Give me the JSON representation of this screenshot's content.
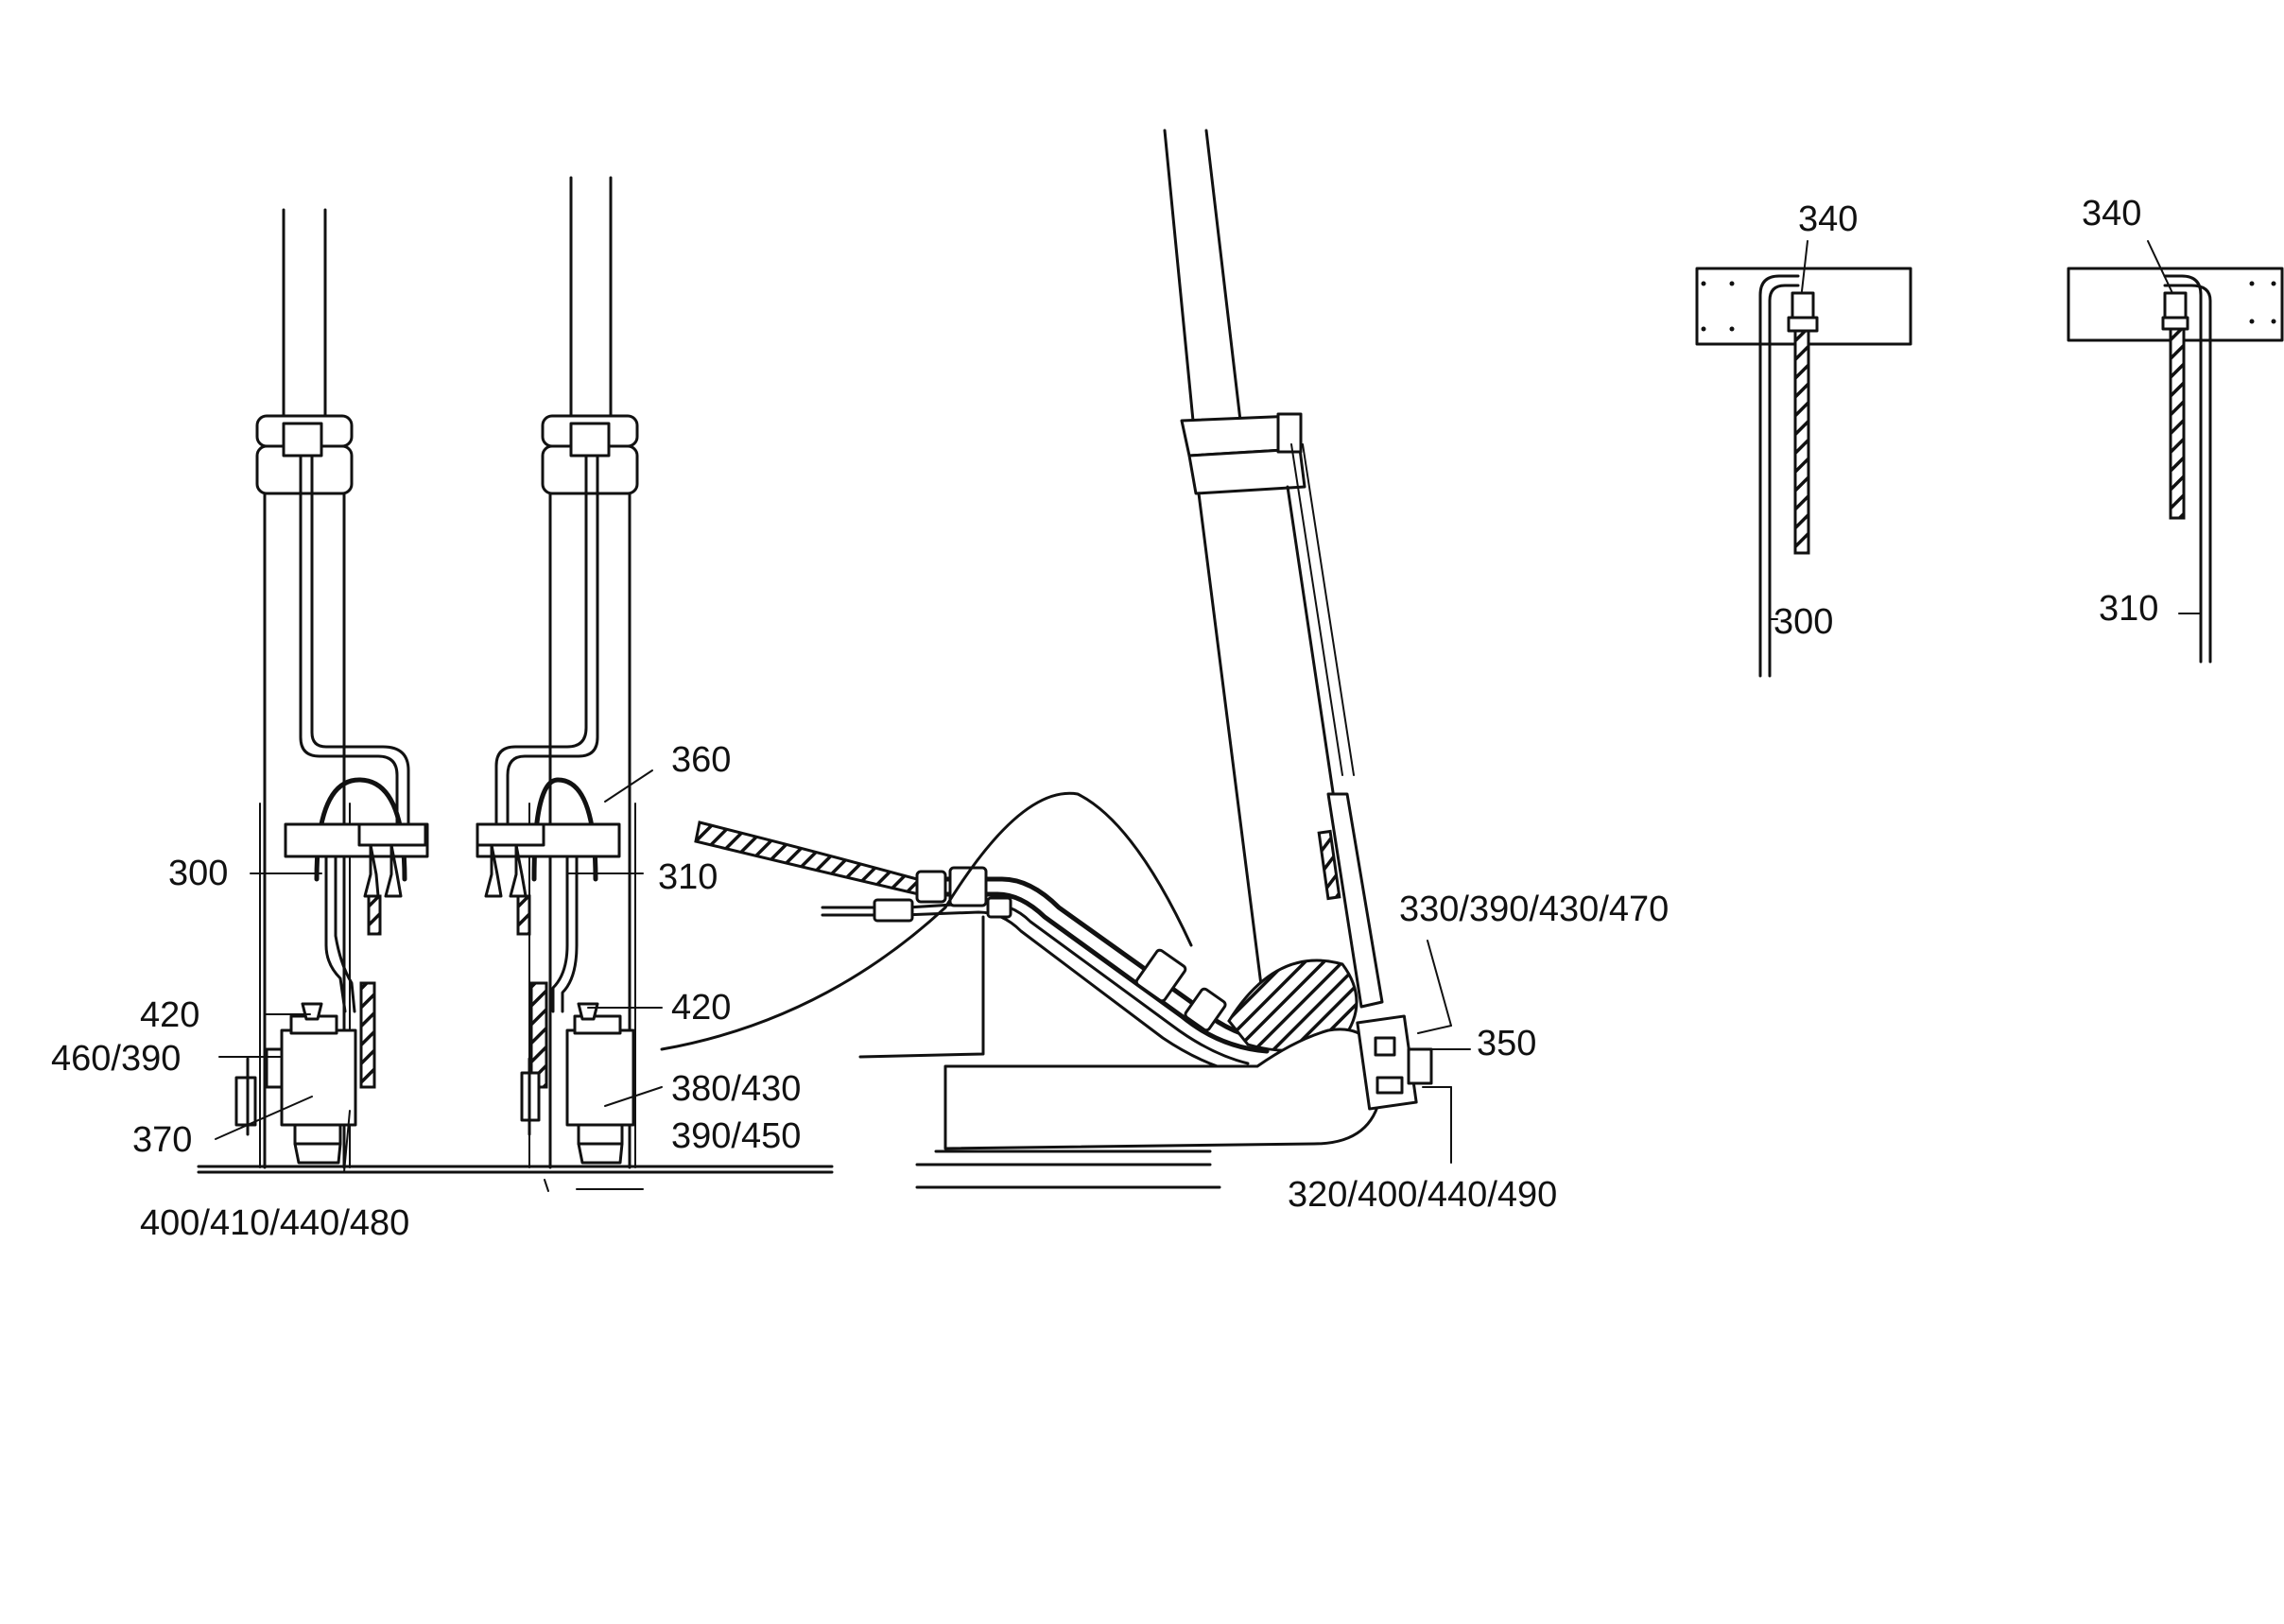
{
  "diagram": {
    "style": "patent line drawing, black on white",
    "callouts": {
      "l300": "300",
      "l310": "310",
      "l360": "360",
      "l420a": "420",
      "l420b": "420",
      "l460_390": "460/390",
      "l370": "370",
      "l400_410_440_480": "400/410/440/480",
      "l380_430": "380/430",
      "l390_450": "390/450",
      "l330_390_430_470": "330/390/430/470",
      "l350": "350",
      "l320_400_440_490": "320/400/440/490",
      "d1_340": "340",
      "d1_300": "300",
      "d2_340": "340",
      "d2_310": "310"
    }
  }
}
